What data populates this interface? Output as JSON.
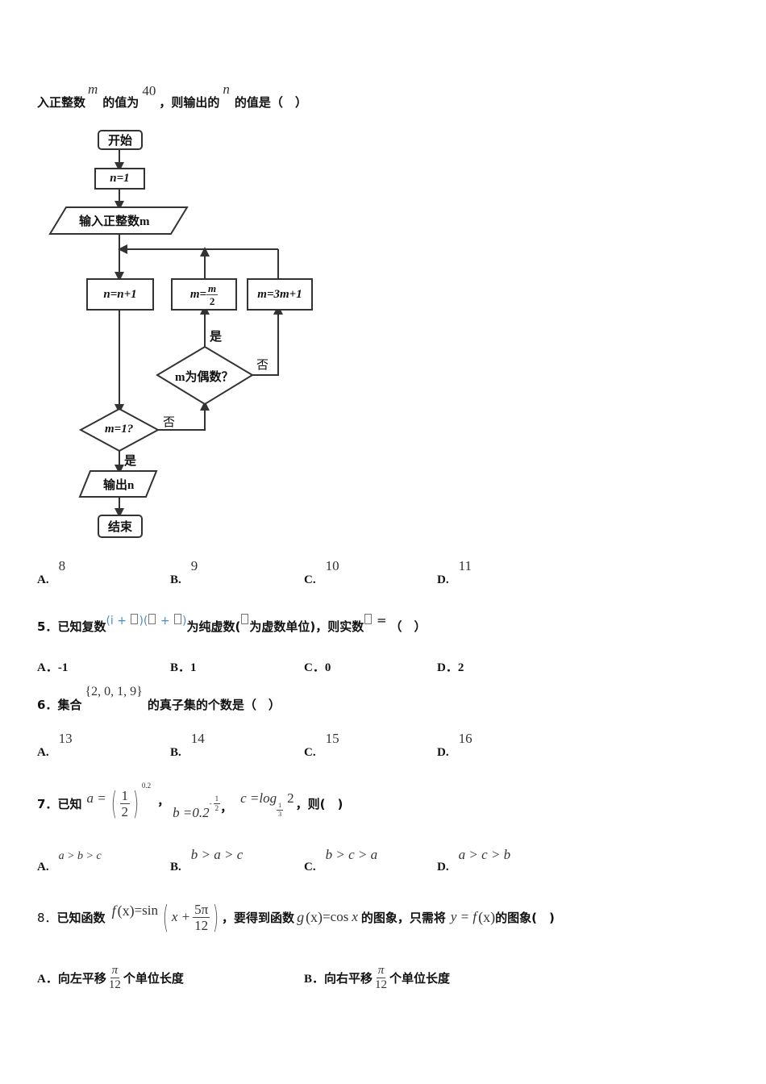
{
  "q4": {
    "stem_prefix": "入正整数",
    "var_m": "m",
    "stem_mid1": "的值为",
    "value_m": "40",
    "stem_mid2": "，则输出的",
    "var_n": "n",
    "stem_suffix": "的值是（　）",
    "flowchart": {
      "start": "开始",
      "init": "n=1",
      "input": "输入正整数m",
      "incr": "n=n+1",
      "half_lhs": "m=",
      "half_num": "m",
      "half_den": "2",
      "triple": "m=3m+1",
      "even_check": "m为偶数？",
      "one_check": "m=1?",
      "yes1": "是",
      "no1": "否",
      "yes2": "是",
      "no2": "否",
      "output": "输出n",
      "end": "结束"
    },
    "options": [
      {
        "label": "A.",
        "value": "8"
      },
      {
        "label": "B.",
        "value": "9"
      },
      {
        "label": "C.",
        "value": "10"
      },
      {
        "label": "D.",
        "value": "11"
      }
    ]
  },
  "q5": {
    "number": "5．",
    "stem_prefix": "已知复数",
    "expr_a": "(i + ",
    "expr_b": ")(",
    "expr_c": " + ",
    "expr_d": ")",
    "stem_mid": "为纯虚数(",
    "stem_mid2": "为虚数单位)，则实数",
    "equals": " =",
    "stem_suffix": "（　）",
    "options": [
      {
        "label": "A．",
        "value": "-1"
      },
      {
        "label": "B．",
        "value": "1"
      },
      {
        "label": "C．",
        "value": "0"
      },
      {
        "label": "D．",
        "value": "2"
      }
    ]
  },
  "q6": {
    "number": "6．",
    "stem_prefix": "集合",
    "set": "{2, 0, 1, 9}",
    "stem_suffix": "的真子集的个数是（　）",
    "options": [
      {
        "label": "A.",
        "value": "13"
      },
      {
        "label": "B.",
        "value": "14"
      },
      {
        "label": "C.",
        "value": "15"
      },
      {
        "label": "D.",
        "value": "16"
      }
    ]
  },
  "q7": {
    "number": "7．",
    "stem_prefix": "已知",
    "a_lhs": "a =",
    "a_num": "1",
    "a_den": "2",
    "a_exp": "0.2",
    "sep1": "，",
    "b_lhs": "b =0.2",
    "b_exp_sign": "-",
    "b_exp_num": "1",
    "b_exp_den": "2",
    "sep2": "，",
    "c_lhs": "c =log",
    "c_base_num": "1",
    "c_base_den": "3",
    "c_arg": "2",
    "stem_suffix": "，则(　)",
    "options": [
      {
        "label": "A.",
        "value": "a > b > c"
      },
      {
        "label": "B.",
        "value": "b > a > c"
      },
      {
        "label": "C.",
        "value": "b > c > a"
      },
      {
        "label": "D.",
        "value": "a > c > b"
      }
    ]
  },
  "q8": {
    "number": "8．",
    "stem_prefix": "已知函数",
    "f_lhs": "f",
    "f_arg": "(x)",
    "f_eq": " =sin",
    "f_x": "x +",
    "f_num": "5π",
    "f_den": "12",
    "stem_mid": "，要得到函数",
    "g_lhs": "g",
    "g_arg": "(x)",
    "g_eq": " =cos",
    "g_x": "x",
    "stem_mid2": "的图象，只需将",
    "y_expr": "y = f",
    "y_arg": "(x)",
    "stem_suffix": "的图象(　)",
    "options": [
      {
        "label": "A．",
        "prefix": "向左平移",
        "num": "π",
        "den": "12",
        "suffix": "个单位长度"
      },
      {
        "label": "B．",
        "prefix": "向右平移",
        "num": "π",
        "den": "12",
        "suffix": "个单位长度"
      }
    ]
  }
}
